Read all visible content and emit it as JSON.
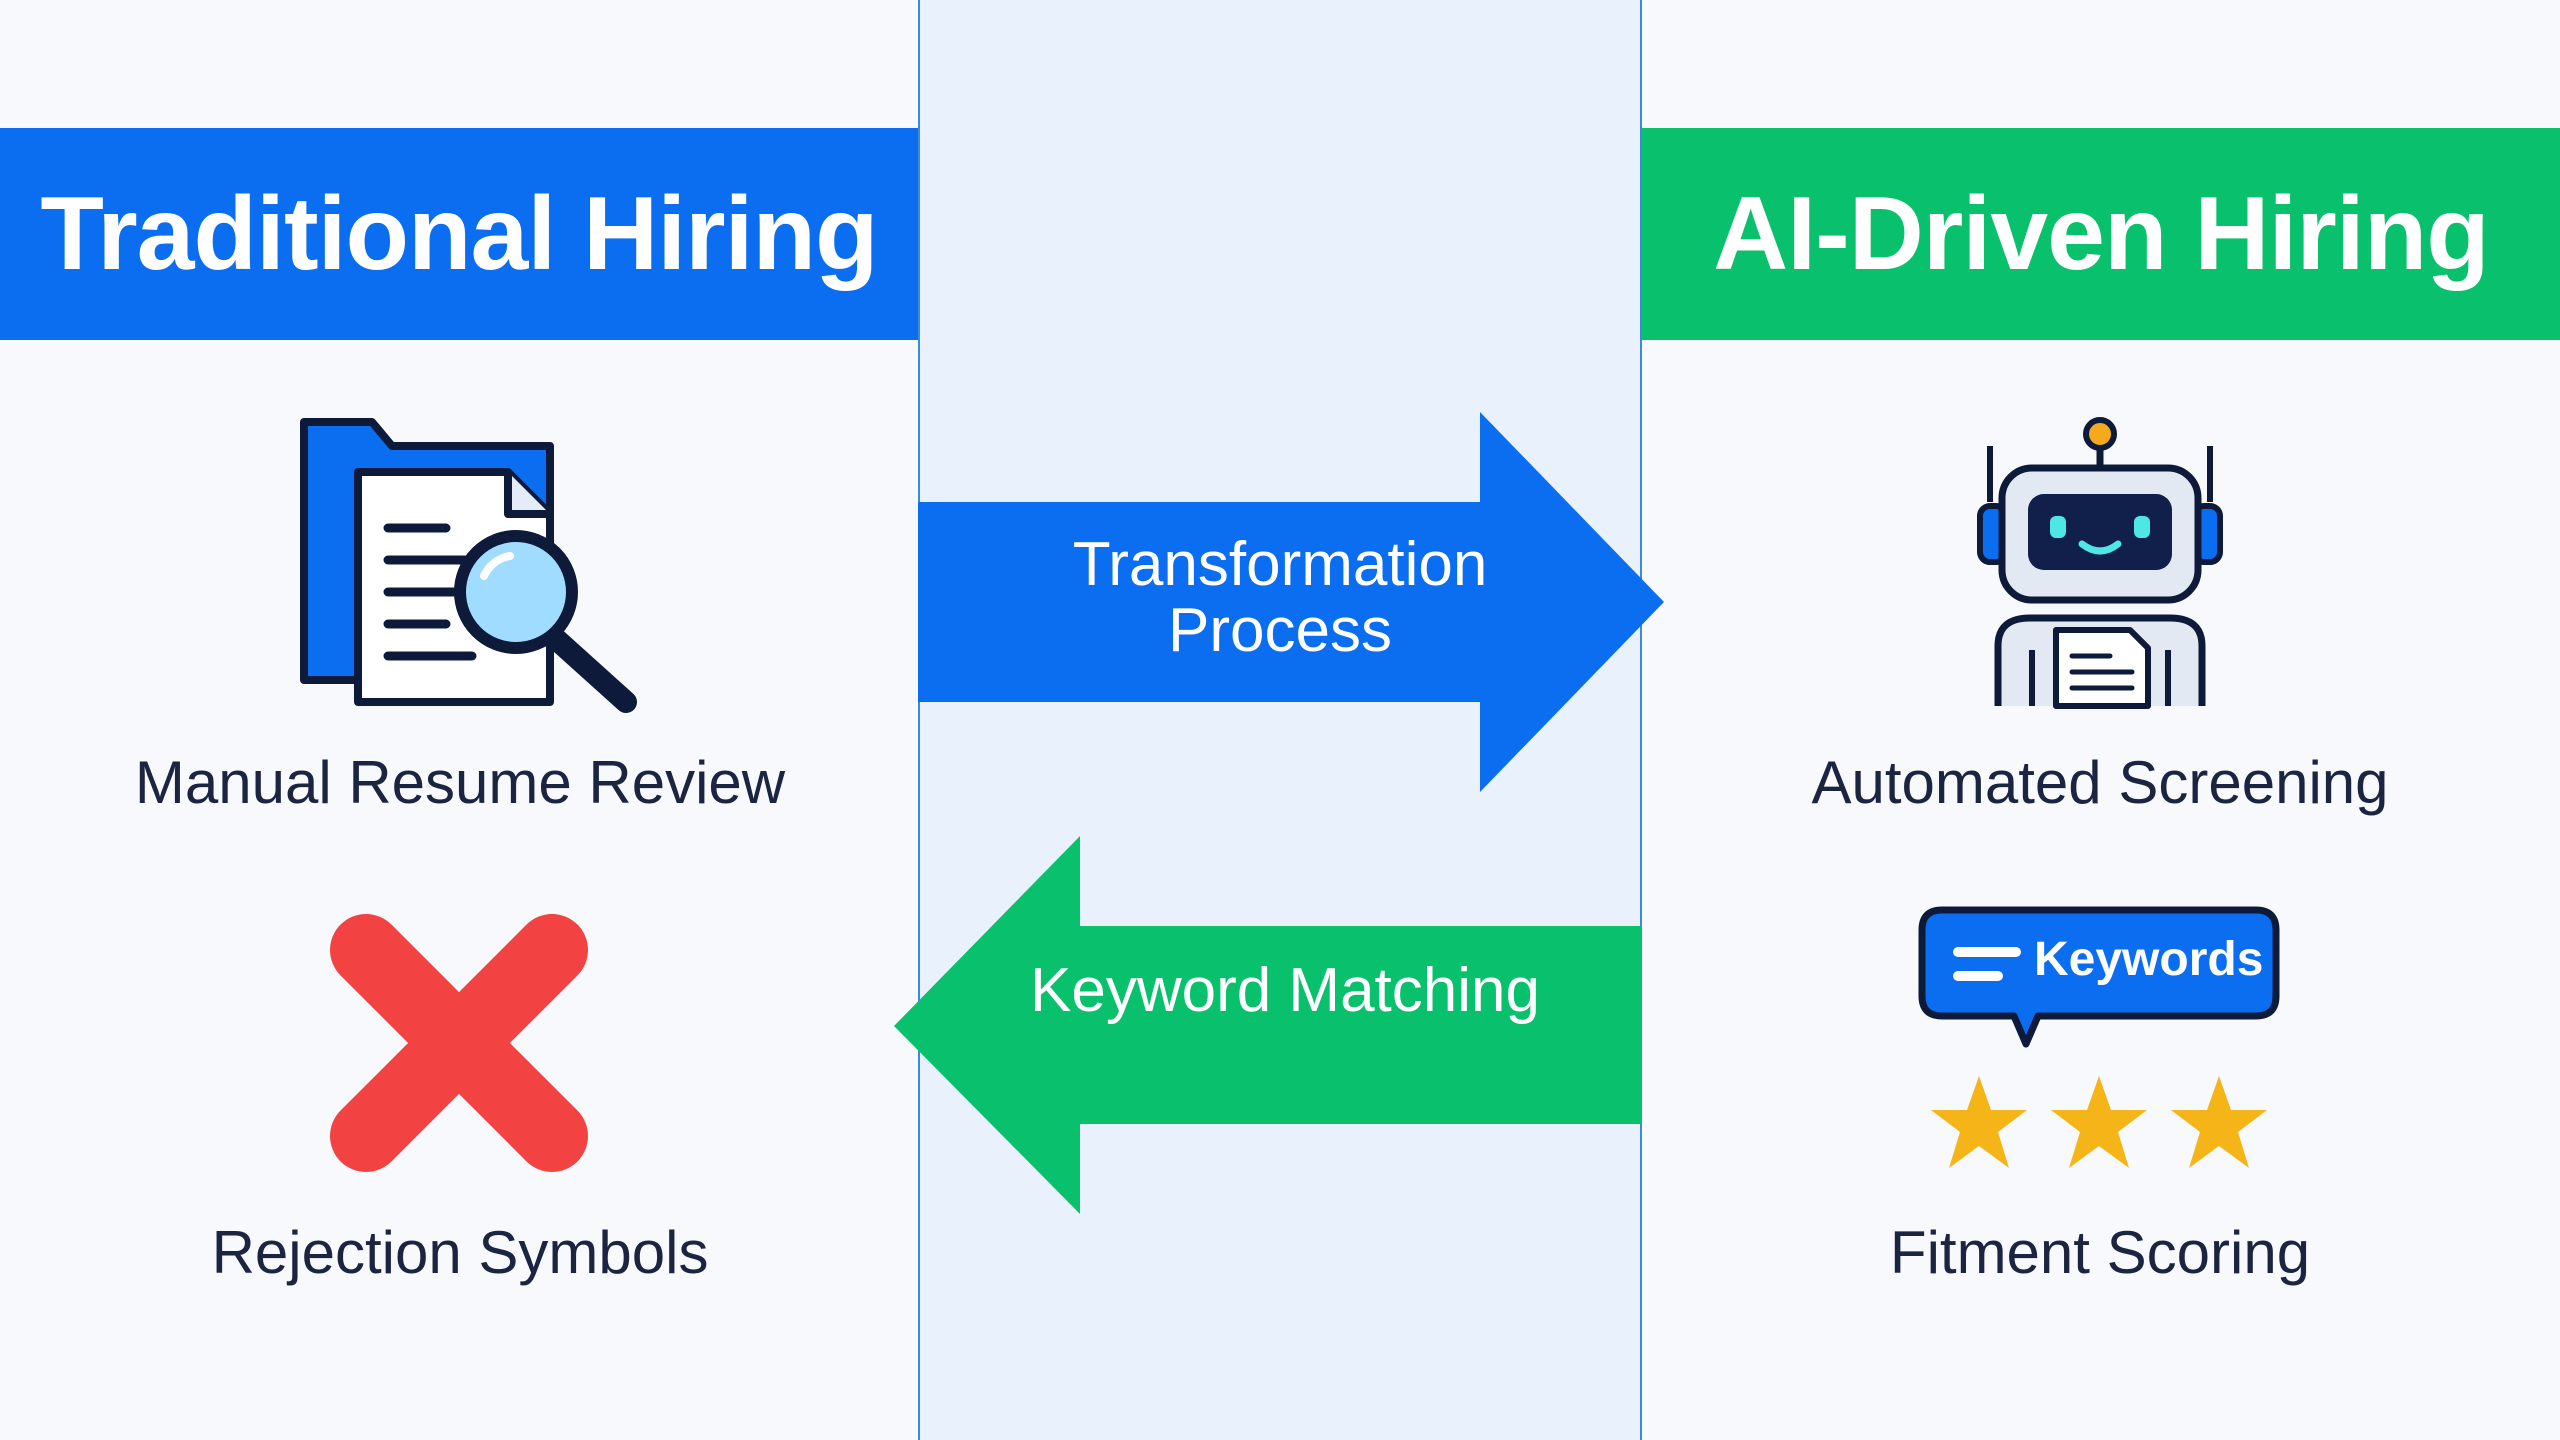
{
  "left": {
    "header": "Traditional Hiring",
    "items": [
      {
        "label": "Manual Resume Review",
        "icon": "document-magnifier-icon"
      },
      {
        "label": "Rejection Symbols",
        "icon": "red-x-icon"
      }
    ]
  },
  "right": {
    "header": "AI-Driven Hiring",
    "items": [
      {
        "label": "Automated Screening",
        "icon": "robot-icon"
      },
      {
        "label": "Fitment Scoring",
        "icon": "stars-icon"
      }
    ],
    "keyword_badge": "Keywords",
    "stars": 3
  },
  "center": {
    "arrow_right_label_line1": "Transformation",
    "arrow_right_label_line2": "Process",
    "arrow_left_label": "Keyword Matching"
  },
  "colors": {
    "blue": "#0b6ef0",
    "green": "#09c16c",
    "red": "#f24242",
    "star": "#f5b519",
    "navy": "#0e1a3a"
  }
}
